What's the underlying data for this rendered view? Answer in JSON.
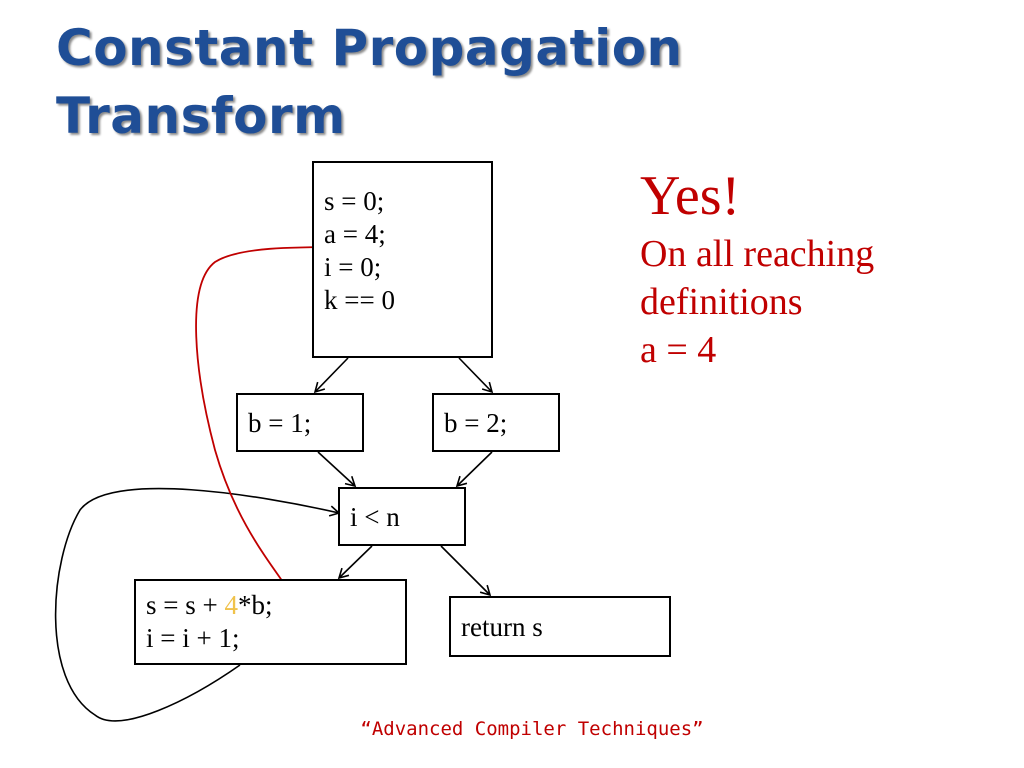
{
  "title": {
    "line1": "Constant Propagation",
    "line2": "Transform"
  },
  "blocks": {
    "entry": [
      "s = 0;",
      "a = 4;",
      "i = 0;",
      "k == 0"
    ],
    "branch_left": "b = 1;",
    "branch_right": "b = 2;",
    "condition": "i < n",
    "loop_body": {
      "line1_prefix": "s = s + ",
      "line1_highlight": "4",
      "line1_suffix": "*b;",
      "line2": "i = i + 1;"
    },
    "exit": "return s"
  },
  "answer": {
    "headline": "Yes!",
    "lines": [
      "On all reaching",
      "definitions",
      "a = 4"
    ]
  },
  "footer": "“Advanced Compiler Techniques”",
  "colors": {
    "title": "#1f4e96",
    "answer": "#c00000",
    "highlight": "#f0c24a",
    "edge": "#000000",
    "def_use_edge": "#c00000"
  }
}
